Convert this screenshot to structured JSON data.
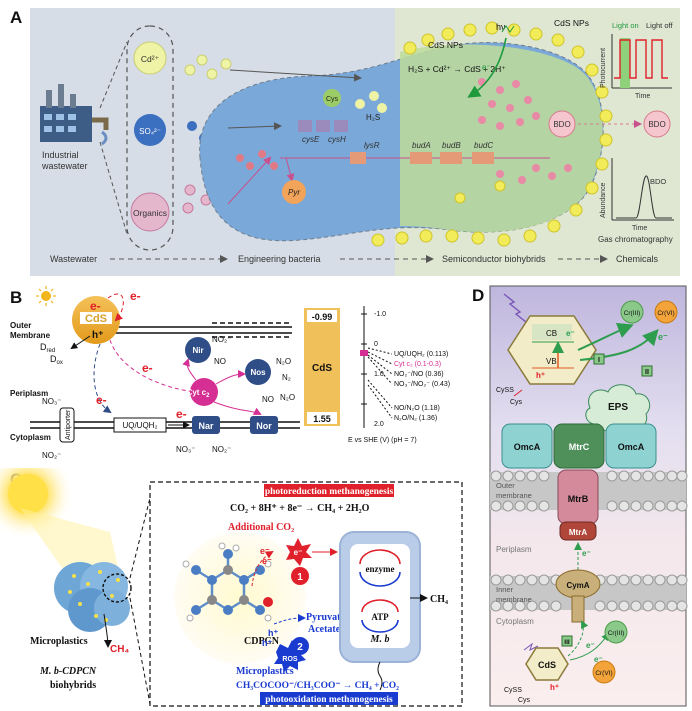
{
  "panels": {
    "a": {
      "letter": "A",
      "source_labels": [
        "Industrial",
        "wastewater"
      ],
      "ions": [
        "Cd²⁺",
        "SO₄²⁻",
        "Organics"
      ],
      "genes": [
        "cysE",
        "cysH",
        "lysR",
        "budA",
        "budB",
        "budC"
      ],
      "metabolites": {
        "cys": "Cys",
        "h2s": "H₂S",
        "pyr": "Pyr",
        "bdo_in": "BDO",
        "bdo_out": "BDO"
      },
      "reaction": "H₂S + Cd²⁺ → CdS + 2H⁺",
      "cds_nps": [
        "CdS NPs",
        "CdS NPs"
      ],
      "hv": "hν",
      "electron": "e⁻",
      "photocurrent": {
        "light_on": "Light on",
        "light_off": "Light off",
        "ylabel": "Photocurrent",
        "xlabel": "Time"
      },
      "gc": {
        "peak": "BDO",
        "ylabel": "Abundance",
        "xlabel": "Time",
        "title": "Gas chromatography"
      },
      "stages": [
        "Wastewater",
        "Engineering bacteria",
        "Semiconductor biohybrids",
        "Chemicals"
      ]
    },
    "b": {
      "letter": "B",
      "cds": "CdS",
      "e": "e-",
      "h": "h⁺",
      "dred": "D",
      "dred_sub": "red",
      "dox": "D",
      "dox_sub": "ox",
      "outer_membrane": [
        "Outer",
        "Membrane"
      ],
      "periplasm": "Periplasm",
      "cytoplasm": "Cytoplasm",
      "enzymes": {
        "nir": "Nir",
        "nos": "Nos",
        "cyt": "Cyt c",
        "cyt_sub": "2",
        "nar": "Nar",
        "nor": "Nor",
        "antiporter": "Antiporter",
        "uq": "UQ/UQH₂"
      },
      "species": {
        "no2_nir": "NO₂⁻",
        "no_nir": "NO",
        "n2o_nos": "N₂O",
        "n2_nos": "N₂",
        "no3_peri": "NO₃⁻",
        "no2_cyto": "NO₂⁻",
        "no3_nar": "NO₃⁻",
        "no2_nar": "NO₂⁻",
        "no_nor": "NO",
        "n2o_nor": "N₂O"
      },
      "bar": {
        "top": "-0.99",
        "label": "CdS",
        "bottom": "1.55"
      },
      "scale": {
        "ticks": [
          "-1.0",
          "0",
          "1.0",
          "2.0"
        ],
        "xlabel": "E vs SHE  (V) (pH = 7)"
      },
      "potentials": [
        "UQ/UQH₂ (0.113)",
        "Cyt c₂ (0.1-0.3)",
        "NO₂⁻/NO (0.36)",
        "NO₃⁻/NO₂⁻ (0.43)",
        "NO/N₂O (1.18)",
        "N₂O/N₂ (1.36)"
      ]
    },
    "c": {
      "letter": "C",
      "photoreduction": "photoreduction methanogenesis",
      "photooxidation": "photooxidation methanogenesis",
      "eq_top": "CO₂ + 8H⁺ + 8e⁻ → CH₄ + 2H₂O",
      "eq_bottom": "CH₃COCOO⁻/CH₃COO⁻ → CH₄ + CO₂",
      "additional_co2": "Additional CO₂",
      "cdpcn": "CDPCN",
      "microplastics_inner": "Microplastics",
      "microplastics_outer": "Microplastics",
      "ch4_outer": "CH₄",
      "ch4_right": "CH₄",
      "pyruvate": "Pyruvate",
      "acetate": "Acetate",
      "ros": "ROS",
      "enzyme": "enzyme",
      "atp": "ATP",
      "mb": "M. b",
      "biohybrid_name": "M. b-CDPCN",
      "biohybrid_label": "biohybrids",
      "step1": "1",
      "step2": "2",
      "e": "e⁻",
      "h": "h⁺"
    },
    "d": {
      "letter": "D",
      "cb": "CB",
      "vb": "VB",
      "cds": "CdS",
      "cyss": "CySS",
      "cys": "Cys",
      "cr3": "Cr(III)",
      "cr6": "Cr(VI)",
      "roman": [
        "I",
        "II",
        "III"
      ],
      "eps": "EPS",
      "proteins": [
        "OmcA",
        "MtrC",
        "OmcA"
      ],
      "mtrb": "MtrB",
      "mtra": "MtrA",
      "cyma": "CymA",
      "regions": {
        "outer": [
          "Outer",
          "membrane"
        ],
        "periplasm": "Periplasm",
        "inner": [
          "Inner",
          "membrane"
        ],
        "cytoplasm": "Cytoplasm"
      },
      "e": "e⁻",
      "h": "h⁺"
    }
  },
  "colors": {
    "red": "#e0202a",
    "blue": "#1a3bd0",
    "magenta": "#d62f93",
    "navy": "#2f4d87"
  }
}
